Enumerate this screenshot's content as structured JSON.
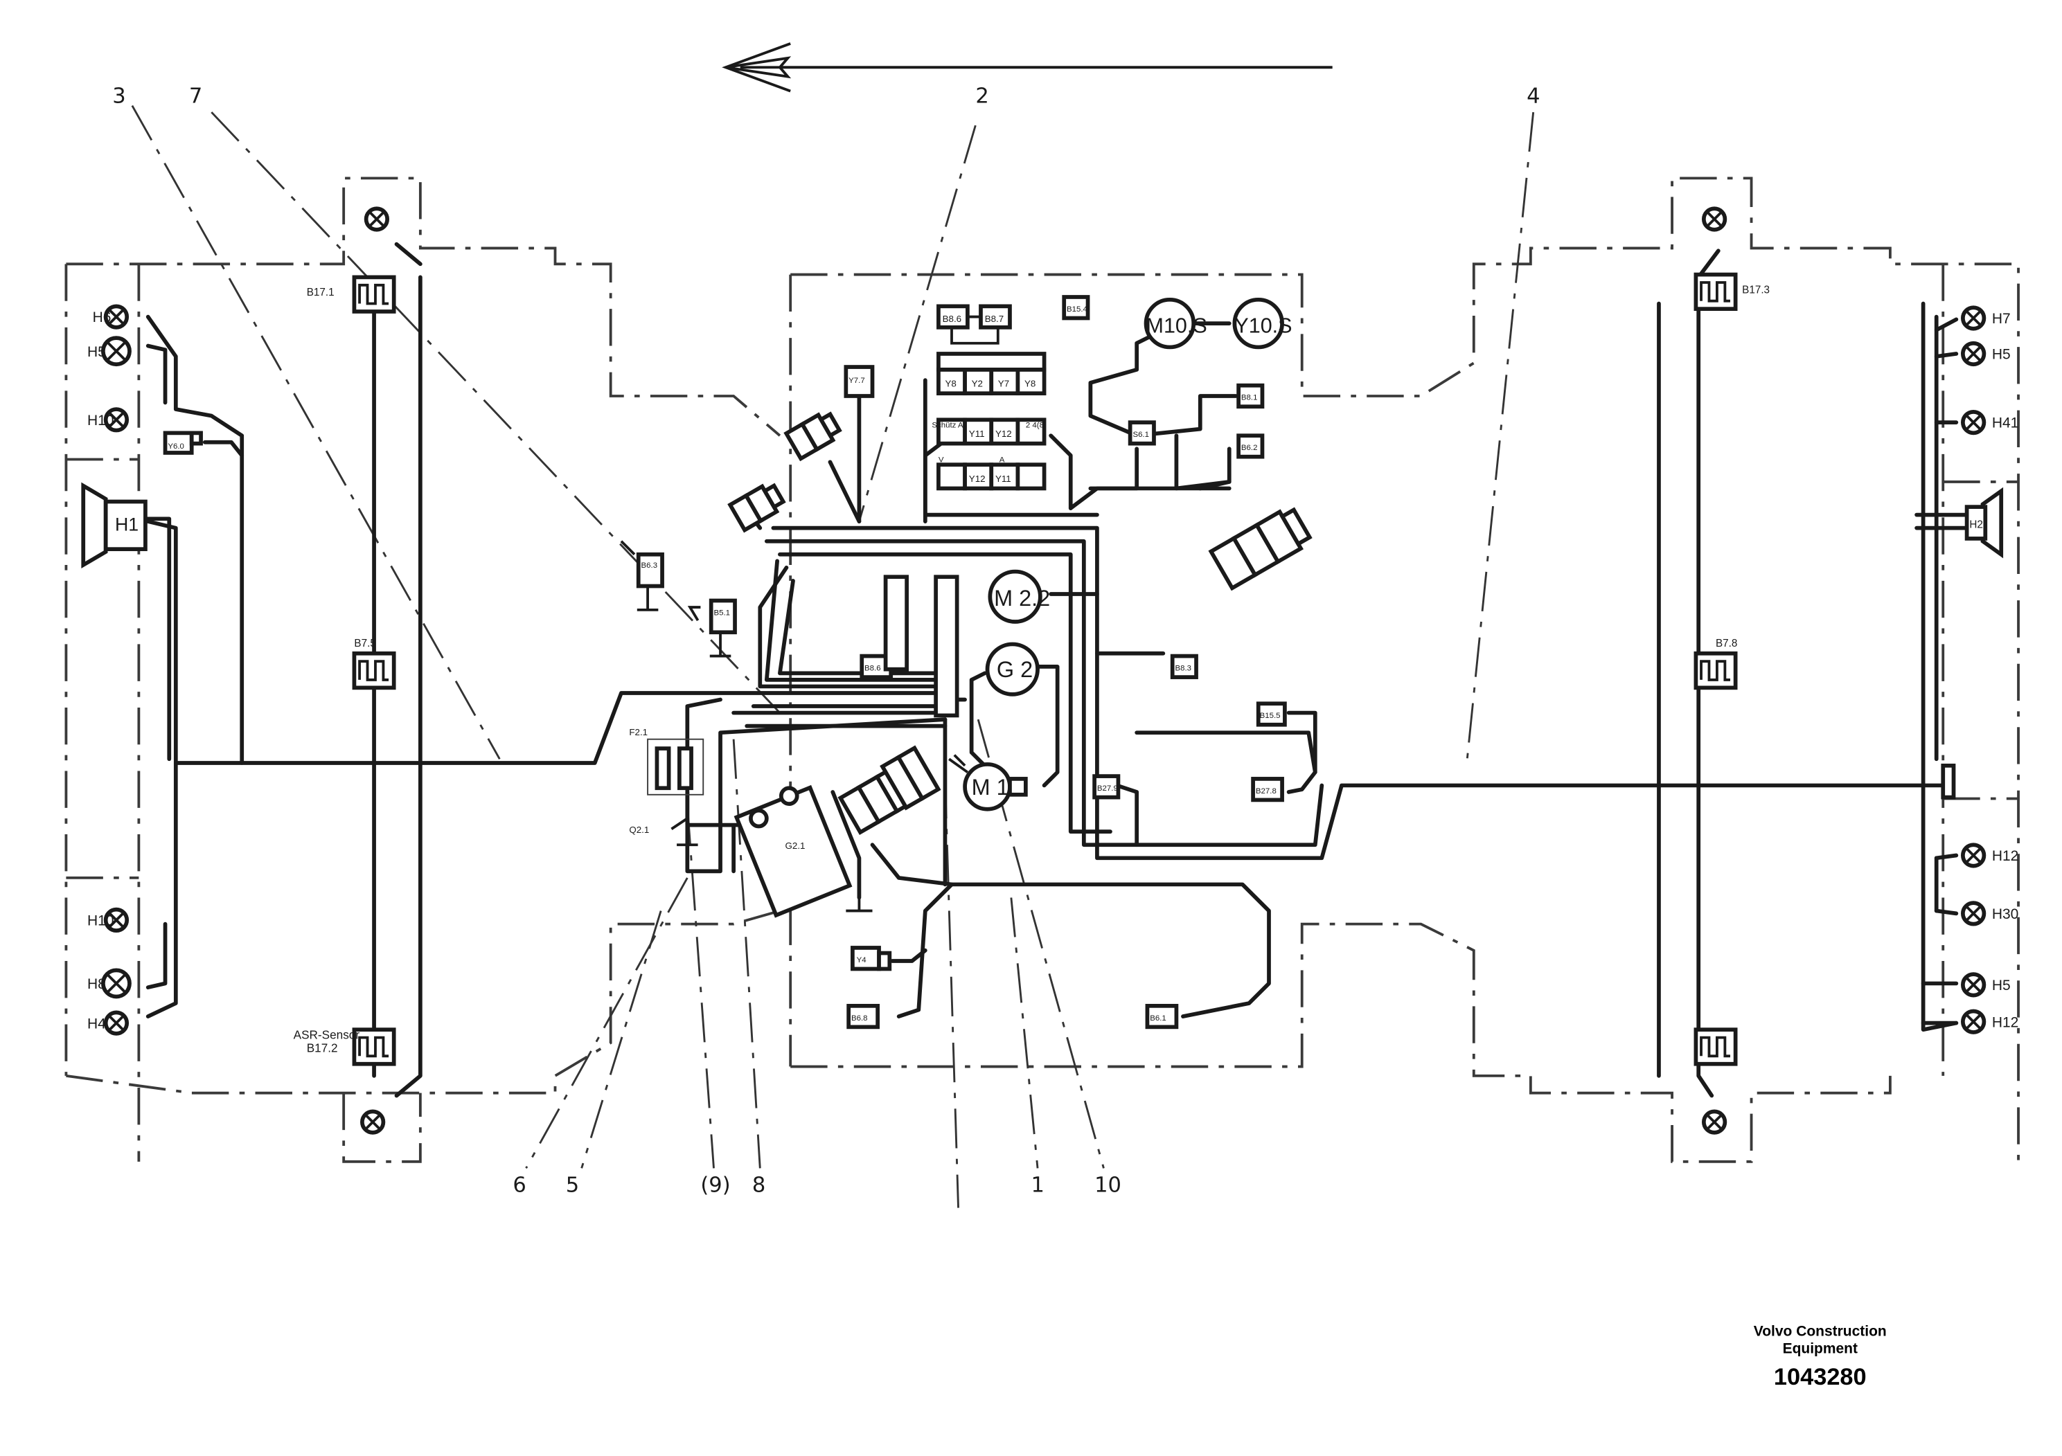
{
  "callouts": {
    "c1": "1",
    "c2": "2",
    "c3": "3",
    "c4": "4",
    "c5": "5",
    "c6": "6",
    "c7": "7",
    "c8": "8",
    "c9": "(9)",
    "c10": "10"
  },
  "labels": {
    "left_lamps": [
      "H6",
      "H5",
      "H10",
      "H10",
      "H8",
      "H4"
    ],
    "right_lamps": [
      "H7",
      "H5",
      "H41",
      "H12",
      "H30",
      "H5",
      "H12"
    ],
    "horn_left": "H1",
    "horn_right": "H2",
    "sensor_left_top": "B17.1",
    "sensor_left_mid": "B7.5",
    "sensor_left_bottom": "B17.2",
    "sensor_left_bottom_caption": "ASR-Sensor",
    "sensor_right_top": "B17.3",
    "sensor_right_mid": "B7.8",
    "y6": "Y6.0",
    "valve_row1": [
      "Y8",
      "Y2",
      "Y7",
      "Y8"
    ],
    "valve_row2": [
      "Y11",
      "Y12"
    ],
    "valve_row3": [
      "Y12",
      "Y11"
    ],
    "valve_row2_caption": "Schütz A",
    "valve_row2_caption_r": "2 4(8)",
    "valve_row3_caption": "V",
    "valve_row3_caption_mid": "A",
    "b_top_left": "B8.6",
    "b_top_right": "B8.7",
    "b15": "B15.4",
    "y7": "Y7.7",
    "m10s": "M10.S",
    "y10s": "Y10.S",
    "b8_1": "B8.1",
    "b6_2": "B6.2",
    "s6": "S6.1",
    "b8_3": "B8.3",
    "b8_6": "B8.6",
    "b15_5": "B15.5",
    "b27_9": "B27.9",
    "b27_8": "B27.8",
    "b6_3": "B6.3",
    "b5_1": "B5.1",
    "m22": "M 2.2",
    "g2": "G 2",
    "m1": "M 1",
    "f21": "F2.1",
    "q21": "Q2.1",
    "g21": "G2.1",
    "y4": "Y4",
    "b6_8": "B6.8",
    "b6_1": "B6.1"
  },
  "footer": {
    "company_line1": "Volvo Construction",
    "company_line2": "Equipment",
    "drawing_number": "1043280"
  }
}
